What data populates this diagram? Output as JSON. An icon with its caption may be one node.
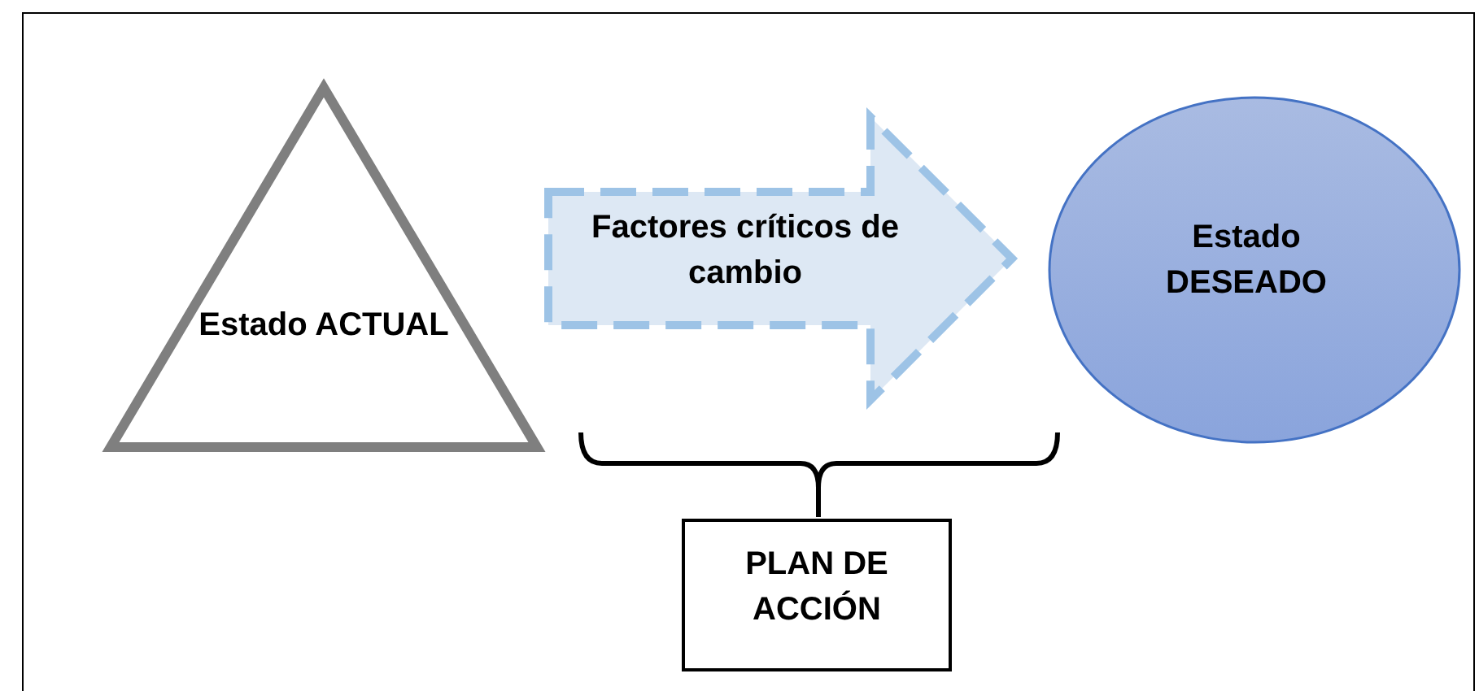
{
  "diagram": {
    "nodes": [
      {
        "text": [
          "Estado ACTUAL"
        ]
      },
      {
        "text": [
          "Factores críticos de cambio"
        ]
      },
      {
        "text": [
          "Estado DESEADO"
        ]
      },
      {
        "text": [
          "PLAN DE ACCIÓN"
        ]
      }
    ],
    "edges": []
  }
}
